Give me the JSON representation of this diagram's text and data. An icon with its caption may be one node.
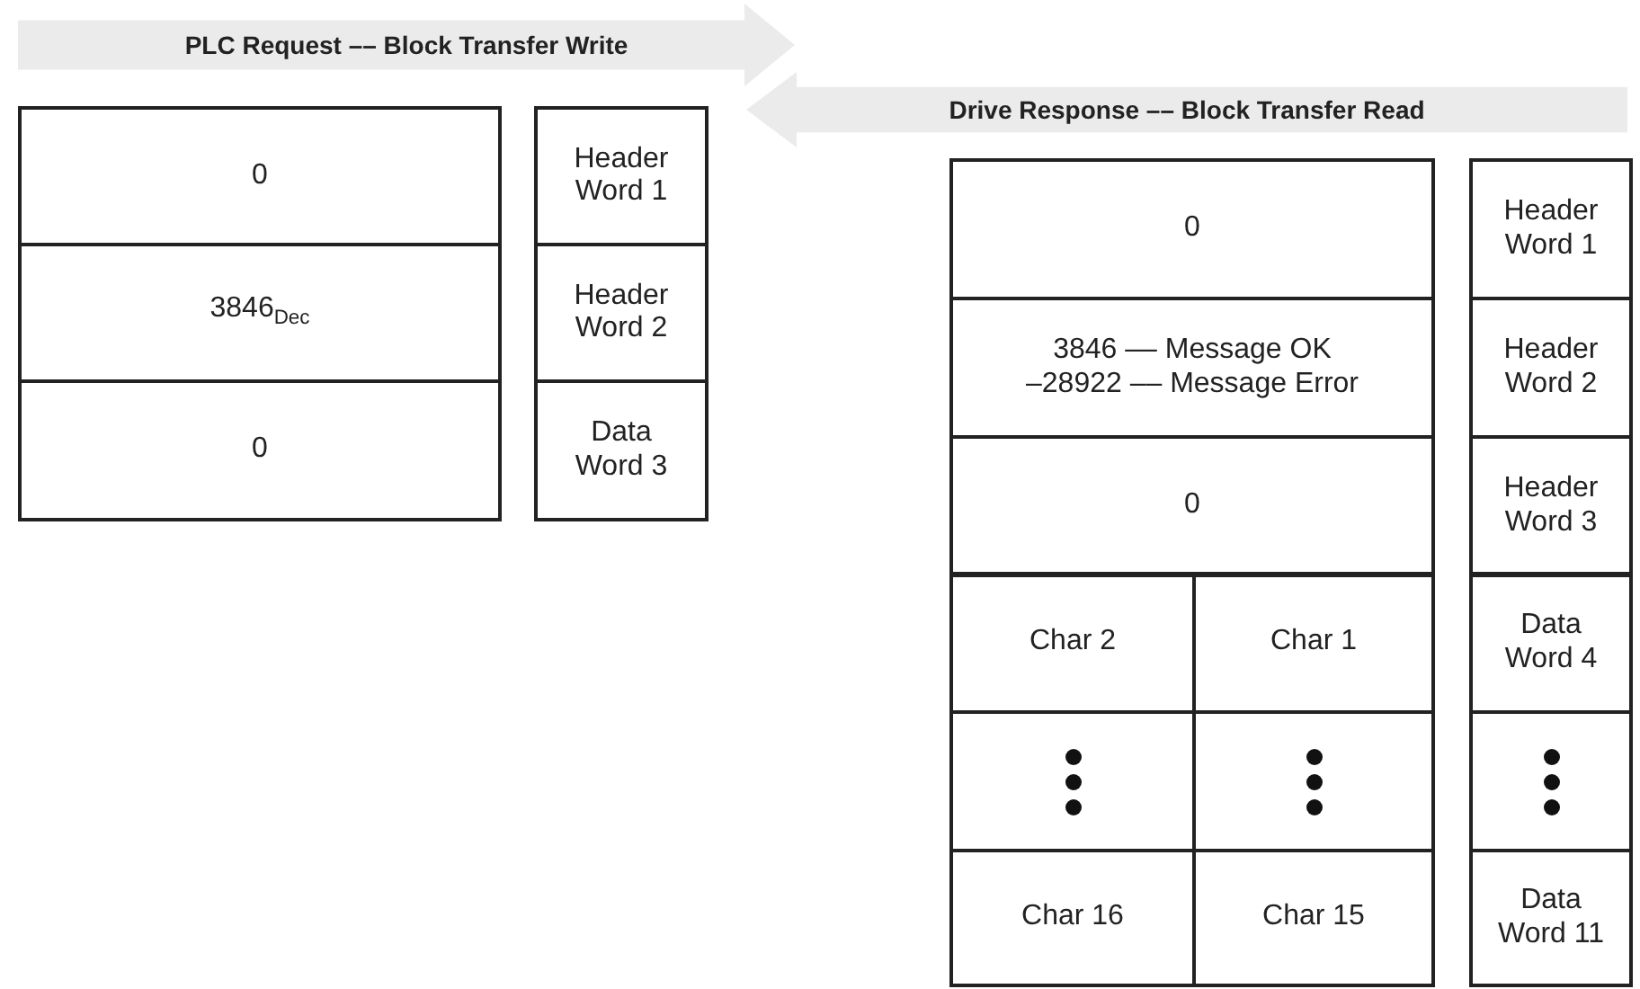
{
  "diagram": {
    "nodes": [
      {
        "text": [
          "PLC Request –– Block Transfer Write"
        ]
      },
      {
        "text": [
          "0"
        ]
      },
      {
        "text": [
          "3846$_{Dec}$"
        ]
      },
      {
        "text": [
          "0"
        ]
      },
      {
        "text": [
          "Header Word 1"
        ]
      },
      {
        "text": [
          "Header Word 2"
        ]
      },
      {
        "text": [
          "Data Word 3"
        ]
      },
      {
        "text": [
          "Drive Response –– Block Transfer Read"
        ]
      },
      {
        "text": [
          "0"
        ]
      },
      {
        "text": [
          "3846 –– Message OK",
          "–28922 –– Message Error"
        ]
      },
      {
        "text": [
          "0"
        ]
      },
      {
        "text": [
          "Char 2"
        ]
      },
      {
        "text": [
          "Char 1"
        ]
      },
      {
        "text": [],
        "shape": "box"
      },
      {
        "text": [],
        "shape": "box"
      },
      {
        "text": [
          "Char 16"
        ]
      },
      {
        "text": [
          "Char 15"
        ]
      },
      {
        "text": [
          "Header Word 1"
        ]
      },
      {
        "text": [
          "Header Word 2"
        ]
      },
      {
        "text": [
          "Header Word 3"
        ]
      },
      {
        "text": [
          "Data Word 4"
        ]
      },
      {
        "text": [],
        "shape": "box"
      },
      {
        "text": [
          "Data Word 11"
        ]
      }
    ]
  }
}
